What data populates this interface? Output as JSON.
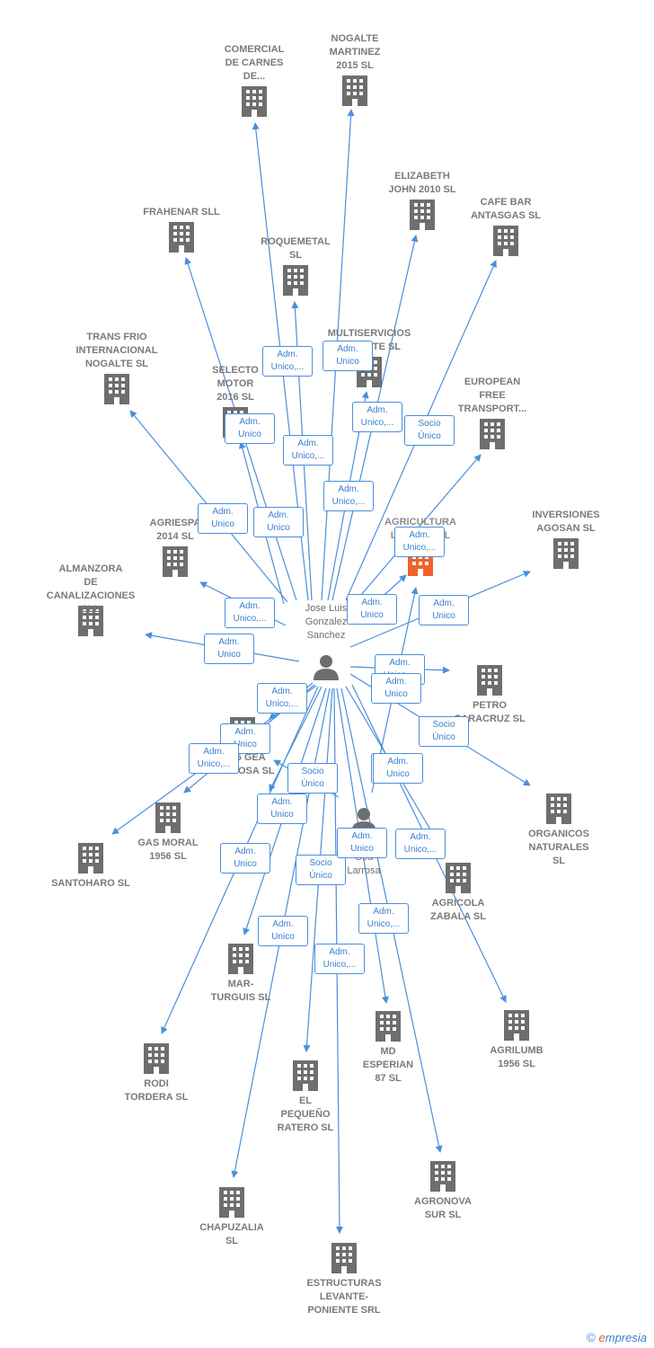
{
  "colors": {
    "edge": "#4a8fdc",
    "building": "#6e6e6e",
    "focus": "#f0622a",
    "person": "#6e6e6e"
  },
  "companies": [
    {
      "id": "comercial",
      "label": "COMERCIAL\nDE CARNES\nDE..."
    },
    {
      "id": "nogalte",
      "label": "NOGALTE\nMARTINEZ\n2015  SL"
    },
    {
      "id": "elizabeth",
      "label": "ELIZABETH\nJOHN 2010 SL"
    },
    {
      "id": "cafebar",
      "label": "CAFE BAR\nANTASGAS  SL"
    },
    {
      "id": "frahenar",
      "label": "FRAHENAR SLL"
    },
    {
      "id": "roquemetal",
      "label": "ROQUEMETAL\nSL"
    },
    {
      "id": "multiservicios",
      "label": "MULTISERVICIOS\nNOGALTE  SL"
    },
    {
      "id": "transfrio",
      "label": "TRANS FRIO\nINTERNACIONAL\nNOGALTE  SL"
    },
    {
      "id": "selecto",
      "label": "SELECTO\nMOTOR\n2016  SL"
    },
    {
      "id": "european",
      "label": "EUROPEAN\nFREE\nTRANSPORT..."
    },
    {
      "id": "agriculturala",
      "label": "AGRICULTURA\nLA LOMA  SL",
      "focus": true
    },
    {
      "id": "inversiones",
      "label": "INVERSIONES\nAGOSAN  SL"
    },
    {
      "id": "agriespa",
      "label": "AGRIESPA\n2014  SL"
    },
    {
      "id": "almanzora",
      "label": "ALMANZORA\nDE\nCANALIZACIONES SLL"
    },
    {
      "id": "petro",
      "label": "PETRO\nCARACRUZ  SL"
    },
    {
      "id": "gea",
      "label": "2015 GEA\nLARROSA  SL"
    },
    {
      "id": "organicos",
      "label": "ORGANICOS\nNATURALES\nSL"
    },
    {
      "id": "gasmoral",
      "label": "GAS MORAL\n1956  SL"
    },
    {
      "id": "santoharo",
      "label": "SANTOHARO SL"
    },
    {
      "id": "agricolazabala",
      "label": "AGRICOLA\nZABALA SL"
    },
    {
      "id": "marturguis",
      "label": "MAR-\nTURGUIS  SL"
    },
    {
      "id": "mdesperian",
      "label": "MD\nESPERIAN\n87  SL"
    },
    {
      "id": "agrilumb",
      "label": "AGRILUMB\n1956  SL"
    },
    {
      "id": "roditordera",
      "label": "RODI\nTORDERA SL"
    },
    {
      "id": "elpequeno",
      "label": "EL\nPEQUEÑO\nRATERO  SL"
    },
    {
      "id": "agronova",
      "label": "AGRONOVA\nSUR SL"
    },
    {
      "id": "chapuzalia",
      "label": "CHAPUZALIA\nSL"
    },
    {
      "id": "estructuras",
      "label": "ESTRUCTURAS\nLEVANTE-\nPONIENTE SRL"
    }
  ],
  "persons": [
    {
      "id": "jose",
      "label": "Jose Luis\nGonzalez\nSanchez"
    },
    {
      "id": "victor",
      "label": "Victor\nGea\nLarrosa"
    }
  ],
  "edge_labels": [
    "Adm.\nUnico,...",
    "Adm.\nUnico",
    "Adm.\nUnico,...",
    "Socio\nÚnico",
    "Adm.\nUnico",
    "Adm.\nUnico,...",
    "Adm.\nUnico,...",
    "Adm.\nUnico",
    "Adm.\nUnico",
    "Adm.\nUnico",
    "Adm.\nUnico,...",
    "Adm.\nUnico",
    "Adm.\nUnico,...",
    "Adm.\nUnico",
    "Adm.\nUnico,...",
    "Socio\nÚnico",
    "Adm.\nUnico",
    "Adm.\nUnico,...",
    "Adm.\nUnico,...",
    "Adm.\nUnico",
    "Adm.\nUnico",
    "Socio\nÚnico",
    "Adm.\nUnico,...",
    "Adm.\nUnico",
    "Socio\nÚnico",
    "Adm.\nUnico",
    "Adm.\nUnico,...",
    "Adm.\nUnico",
    "Adm.\nUnico",
    "Adm.\nUnico,...",
    "Adm.\nUnico"
  ],
  "watermark": {
    "symbol": "©",
    "brand_first": "e",
    "brand_rest": "mpresia"
  }
}
